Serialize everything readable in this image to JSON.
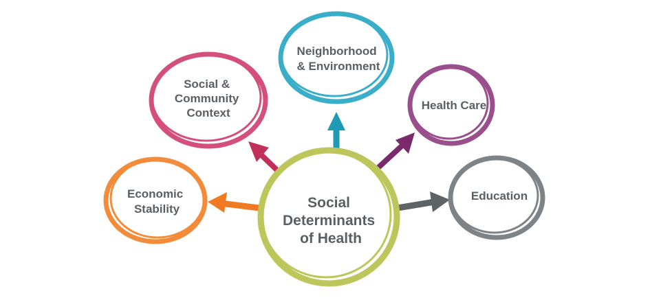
{
  "center": {
    "lines": [
      "Social",
      "Determinants",
      "of Health"
    ],
    "color": "#bcc65a"
  },
  "nodes": [
    {
      "id": "economic-stability",
      "lines": [
        "Economic",
        "Stability"
      ],
      "color": "#f28c3a",
      "arrow_color": "#f07a22"
    },
    {
      "id": "social-community-context",
      "lines": [
        "Social &",
        "Community",
        "Context"
      ],
      "color": "#d44f7a",
      "arrow_color": "#c0305a"
    },
    {
      "id": "neighborhood-environment",
      "lines": [
        "Neighborhood",
        "& Environment"
      ],
      "color": "#3aaec9",
      "arrow_color": "#1e9ab5"
    },
    {
      "id": "health-care",
      "lines": [
        "Health Care"
      ],
      "color": "#9a4f8d",
      "arrow_color": "#7a2a6a"
    },
    {
      "id": "education",
      "lines": [
        "Education"
      ],
      "color": "#7d8386",
      "arrow_color": "#5e6366"
    }
  ]
}
